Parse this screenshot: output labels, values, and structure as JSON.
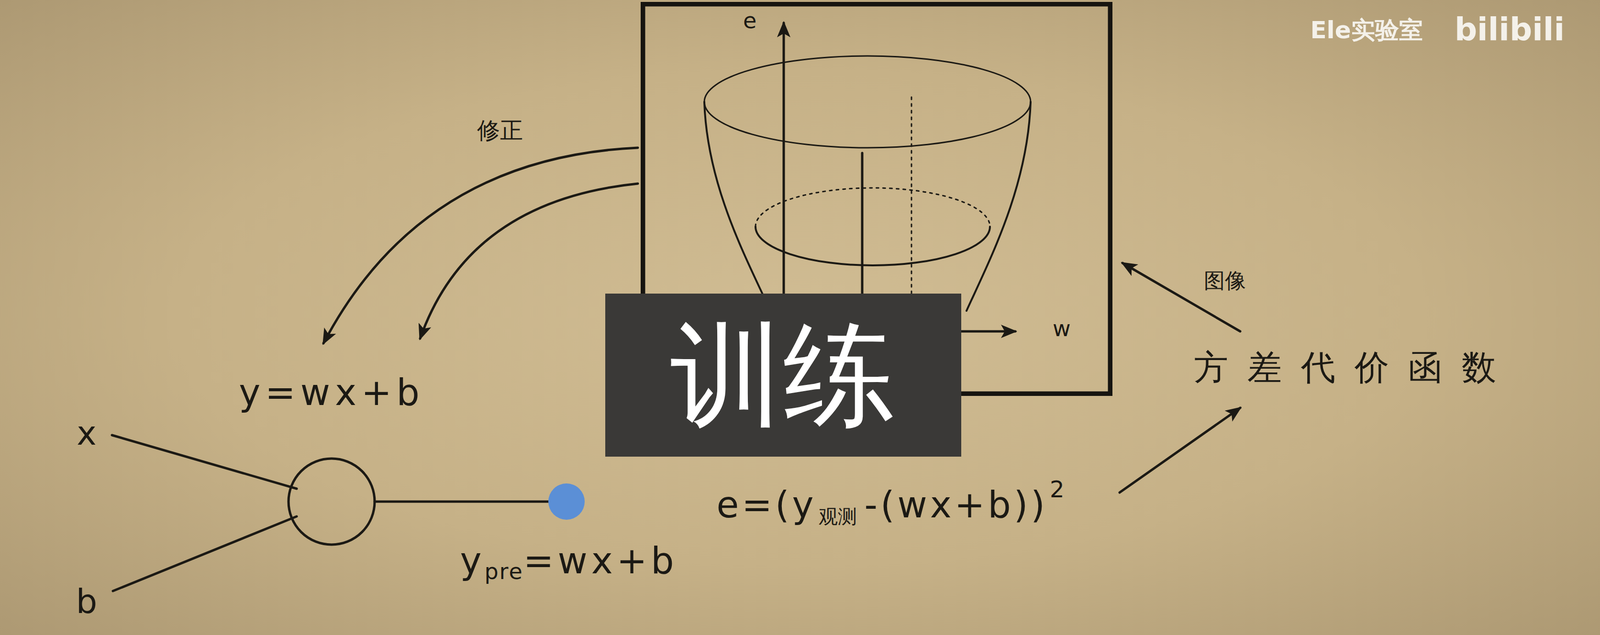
{
  "diagram": {
    "nodes": [
      {
        "text": [
          "e",
          "w"
        ]
      },
      {
        "text": [
          "训练"
        ]
      }
    ],
    "labels": [
      "Ele实验室",
      "bilibili",
      "修正",
      "图像",
      "方差代价函数",
      "y=wx+b",
      "x",
      "b",
      "y",
      "pre",
      "=wx+b",
      "e=(y",
      "观测",
      "-(wx+b))",
      "2"
    ]
  }
}
